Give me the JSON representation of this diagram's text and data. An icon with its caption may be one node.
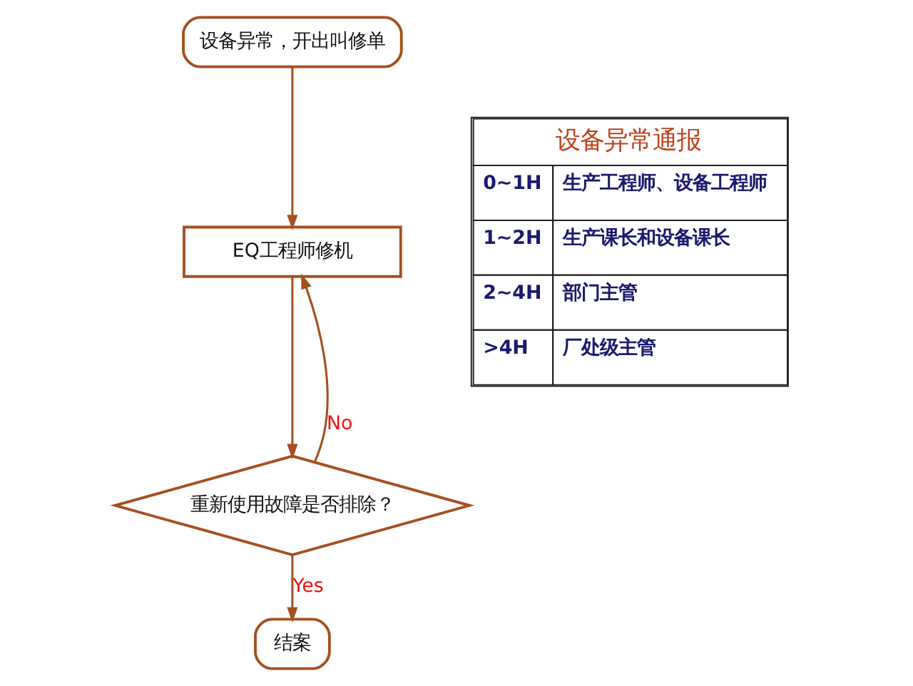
{
  "diagram": {
    "nodes": [
      {
        "text": [
          "设备异常，开出叫修单"
        ]
      },
      {
        "text": [
          "EQ工程师修机"
        ]
      },
      {
        "text": [
          "重新使用故障是否排除？"
        ]
      },
      {
        "text": [
          "结案"
        ]
      }
    ],
    "edges": [
      {
        "from": 0,
        "to": 1,
        "arrow": "to"
      },
      {
        "from": 1,
        "to": 2,
        "arrow": "to"
      },
      {
        "from": 2,
        "to": 1,
        "arrow": "to",
        "label": "No"
      },
      {
        "from": 2,
        "to": 3,
        "arrow": "to",
        "label": "Yes"
      }
    ],
    "labels": [
      "设备异常通报",
      "0~1H",
      "生产工程师、设备工程师",
      "1~2H",
      "生产课长和设备课长",
      "2~4H",
      "部门主管",
      ">4H",
      "厂处级主管"
    ]
  }
}
